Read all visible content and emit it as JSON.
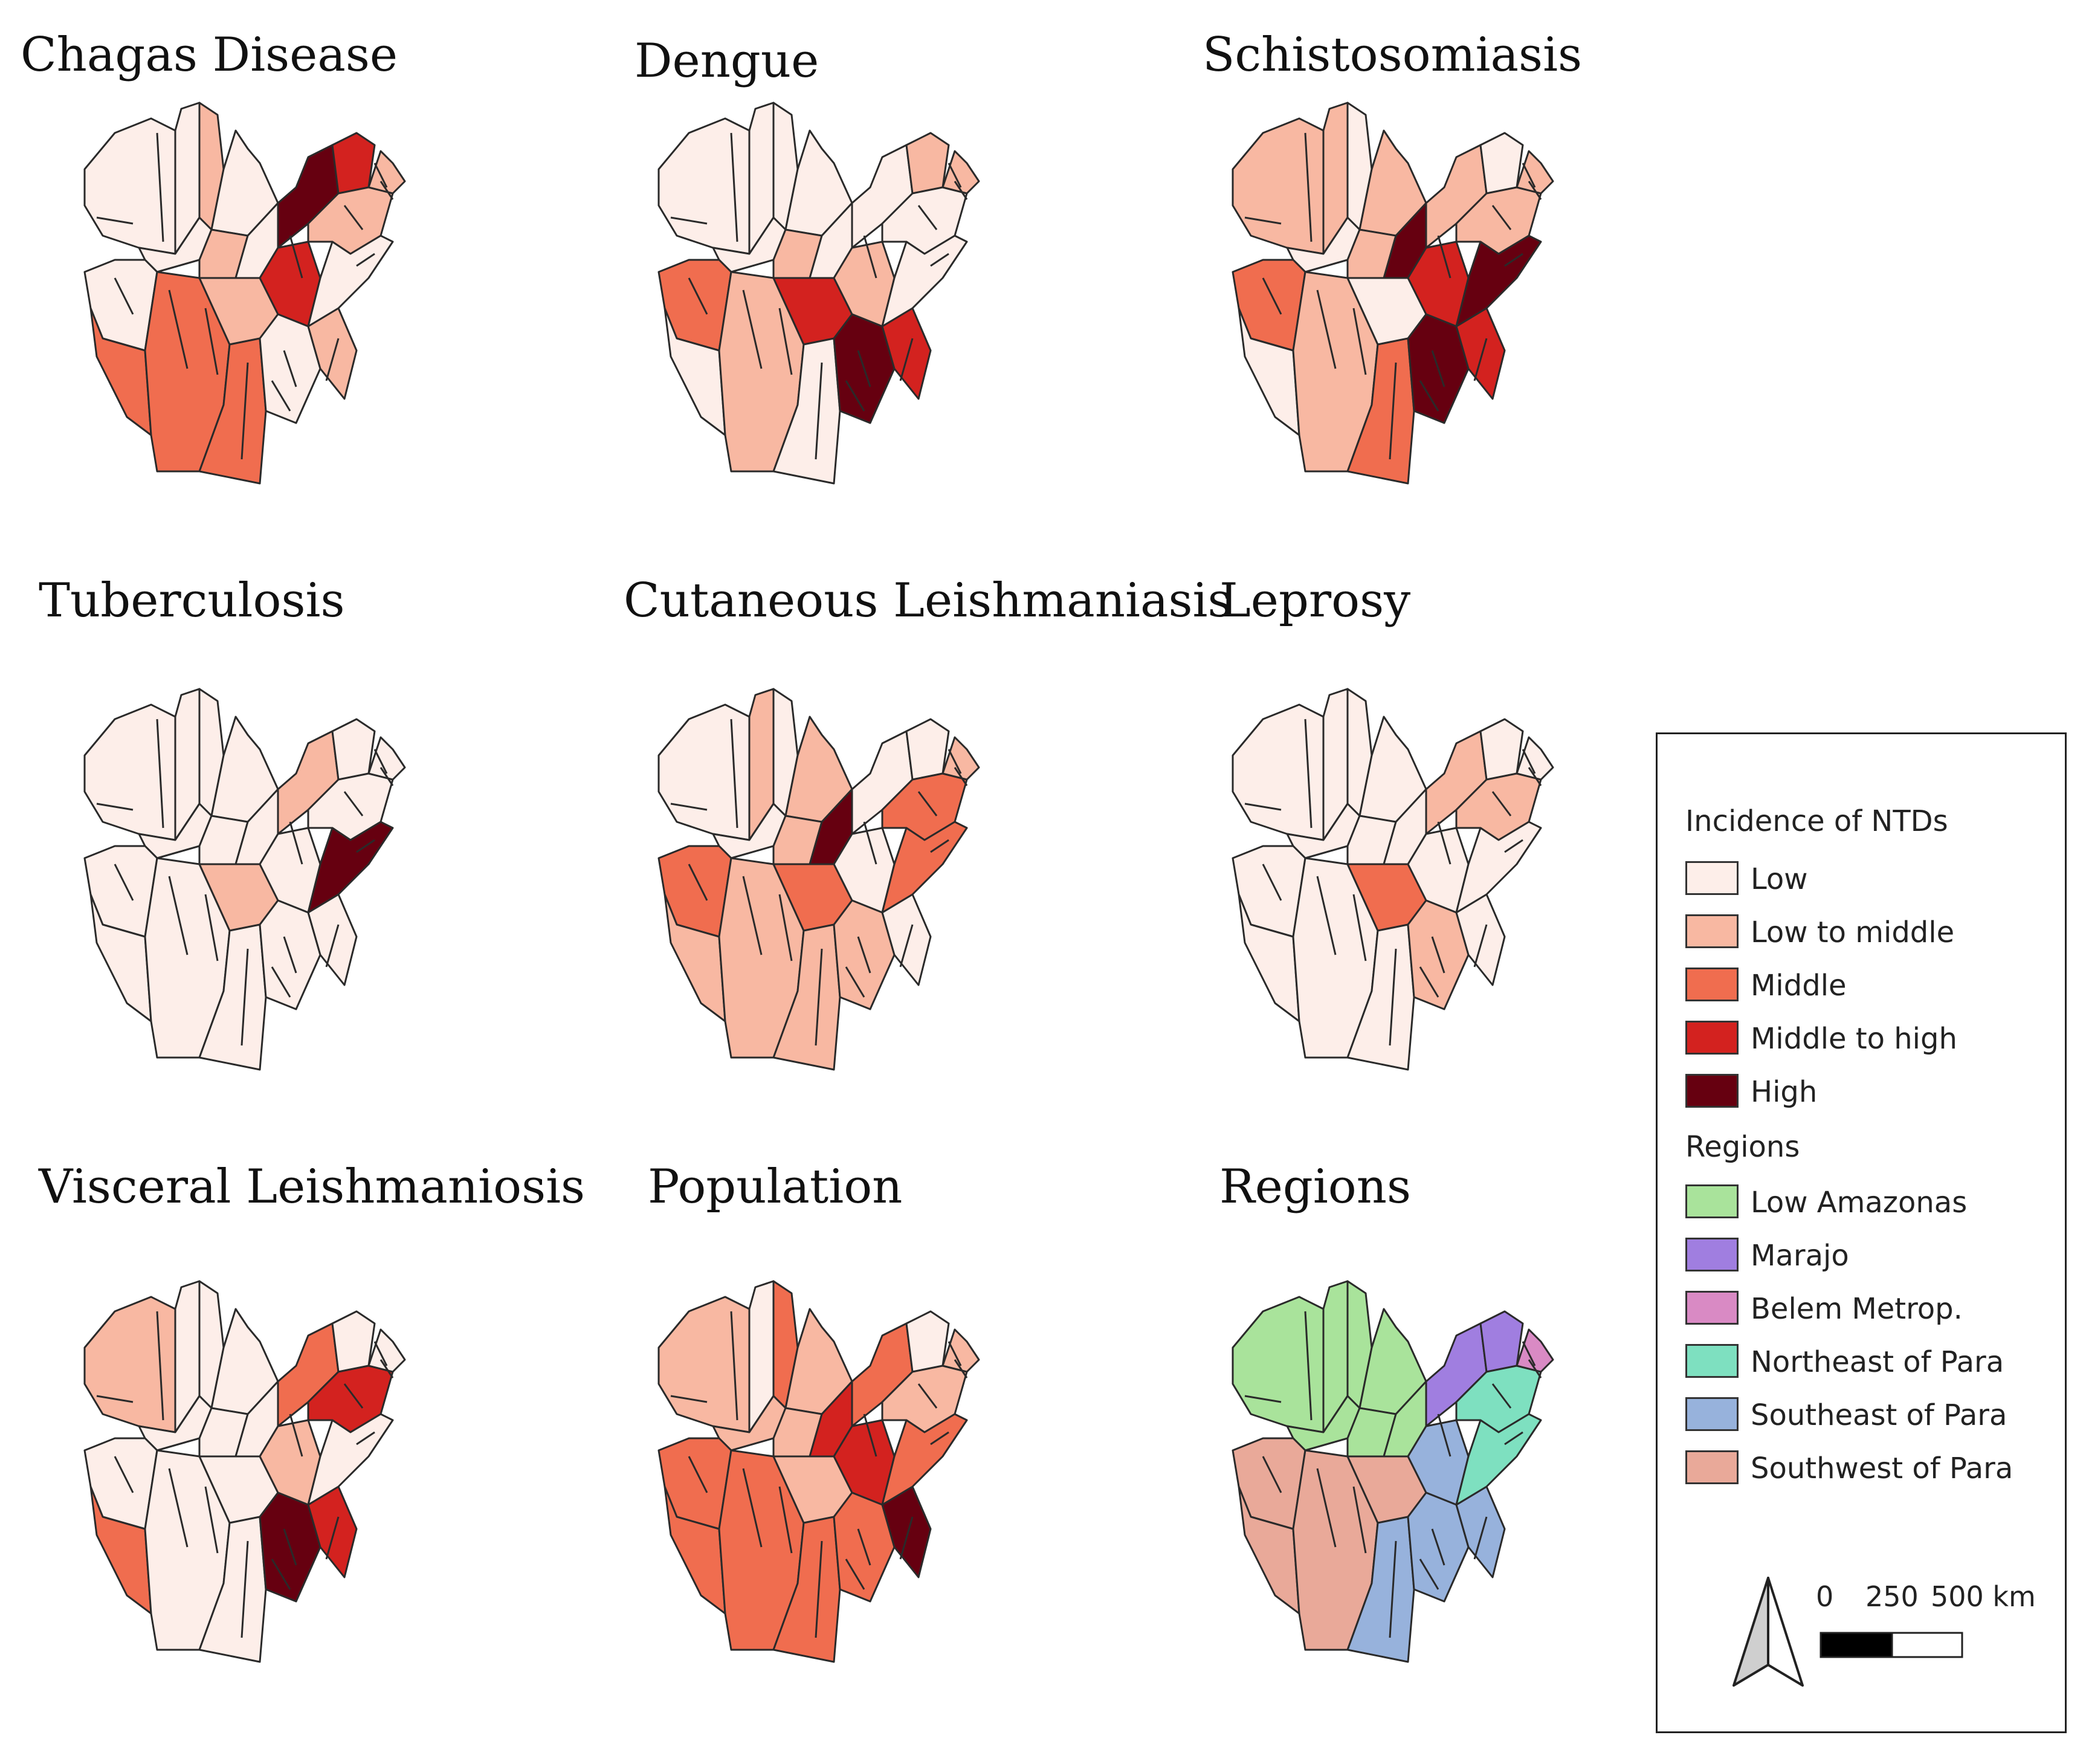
{
  "colors": {
    "low": "#fdeee9",
    "low_middle": "#f8b8a2",
    "middle": "#f06d4f",
    "middle_high": "#d3221f",
    "high": "#660010",
    "low_amazonas": "#a9e39b",
    "marajo": "#a07ee0",
    "belem": "#d98ac4",
    "northeast": "#7ee0c0",
    "southeast": "#97b2dc",
    "southwest": "#e9a999"
  },
  "panels": [
    {
      "title": "Chagas Disease",
      "classes": [
        "low",
        "low",
        "low_middle",
        "low",
        "low",
        "low_middle",
        "low",
        "high",
        "middle_high",
        "low",
        "middle",
        "middle",
        "low_middle",
        "middle",
        "middle_high",
        "low_middle",
        "low",
        "low_middle",
        "low",
        "low_middle"
      ]
    },
    {
      "title": "Dengue",
      "classes": [
        "low",
        "low",
        "low",
        "low",
        "low",
        "low_middle",
        "low",
        "low",
        "low_middle",
        "middle",
        "low",
        "low_middle",
        "middle_high",
        "low",
        "low_middle",
        "low",
        "high",
        "middle_high",
        "low",
        "low_middle"
      ]
    },
    {
      "title": "Schistosomiasis",
      "classes": [
        "low_middle",
        "low_middle",
        "low",
        "low_middle",
        "low",
        "low_middle",
        "high",
        "low_middle",
        "low",
        "middle",
        "low",
        "low_middle",
        "low",
        "middle",
        "middle_high",
        "low_middle",
        "high",
        "middle_high",
        "high",
        "low_middle"
      ]
    },
    {
      "title": "Tuberculosis",
      "classes": [
        "low",
        "low",
        "low",
        "low",
        "low",
        "low",
        "low",
        "low_middle",
        "low",
        "low",
        "low",
        "low",
        "low_middle",
        "low",
        "low",
        "low",
        "low",
        "low",
        "high",
        "low"
      ]
    },
    {
      "title": "Cutaneous Leishmaniasis",
      "classes": [
        "low",
        "low_middle",
        "low",
        "low_middle",
        "low",
        "low_middle",
        "high",
        "low",
        "low",
        "middle",
        "low_middle",
        "low_middle",
        "middle",
        "low_middle",
        "low",
        "middle",
        "low_middle",
        "low",
        "middle",
        "low_middle"
      ]
    },
    {
      "title": "Leprosy",
      "classes": [
        "low",
        "low",
        "low",
        "low",
        "low",
        "low",
        "low",
        "low_middle",
        "low",
        "low",
        "low",
        "low",
        "middle",
        "low",
        "low",
        "low_middle",
        "low_middle",
        "low",
        "low",
        "low"
      ]
    },
    {
      "title": "Visceral Leishmaniosis",
      "classes": [
        "low_middle",
        "low",
        "low",
        "low",
        "low",
        "low",
        "low",
        "middle",
        "low",
        "low",
        "middle",
        "low",
        "low",
        "low",
        "low_middle",
        "middle_high",
        "high",
        "middle_high",
        "low",
        "low"
      ]
    },
    {
      "title": "Population",
      "classes": [
        "low_middle",
        "low",
        "middle",
        "low_middle",
        "low_middle",
        "low_middle",
        "middle_high",
        "middle",
        "low",
        "middle",
        "middle",
        "middle",
        "low_middle",
        "middle",
        "middle_high",
        "low_middle",
        "middle",
        "high",
        "middle",
        "low_middle"
      ]
    },
    {
      "title": "Regions",
      "classes": [
        "low_amazonas",
        "low_amazonas",
        "low_amazonas",
        "low_amazonas",
        "low_amazonas",
        "low_amazonas",
        "low_amazonas",
        "marajo",
        "marajo",
        "southwest",
        "southwest",
        "southwest",
        "southwest",
        "southeast",
        "southeast",
        "northeast",
        "southeast",
        "southeast",
        "northeast",
        "belem"
      ]
    }
  ],
  "legend": {
    "incidence_heading": "Incidence of NTDs",
    "incidence_items": [
      {
        "label": "Low",
        "color": "low"
      },
      {
        "label": "Low to middle",
        "color": "low_middle"
      },
      {
        "label": "Middle",
        "color": "middle"
      },
      {
        "label": "Middle to high",
        "color": "middle_high"
      },
      {
        "label": "High",
        "color": "high"
      }
    ],
    "regions_heading": "Regions",
    "region_items": [
      {
        "label": "Low Amazonas",
        "color": "low_amazonas"
      },
      {
        "label": "Marajo",
        "color": "marajo"
      },
      {
        "label": "Belem Metrop.",
        "color": "belem"
      },
      {
        "label": "Northeast of Para",
        "color": "northeast"
      },
      {
        "label": "Southeast of Para",
        "color": "southeast"
      },
      {
        "label": "Southwest of Para",
        "color": "southwest"
      }
    ],
    "north_arrow_icon": "north-arrow-icon",
    "scale": {
      "zero": "0",
      "mid": "250",
      "end": "500 km"
    }
  }
}
